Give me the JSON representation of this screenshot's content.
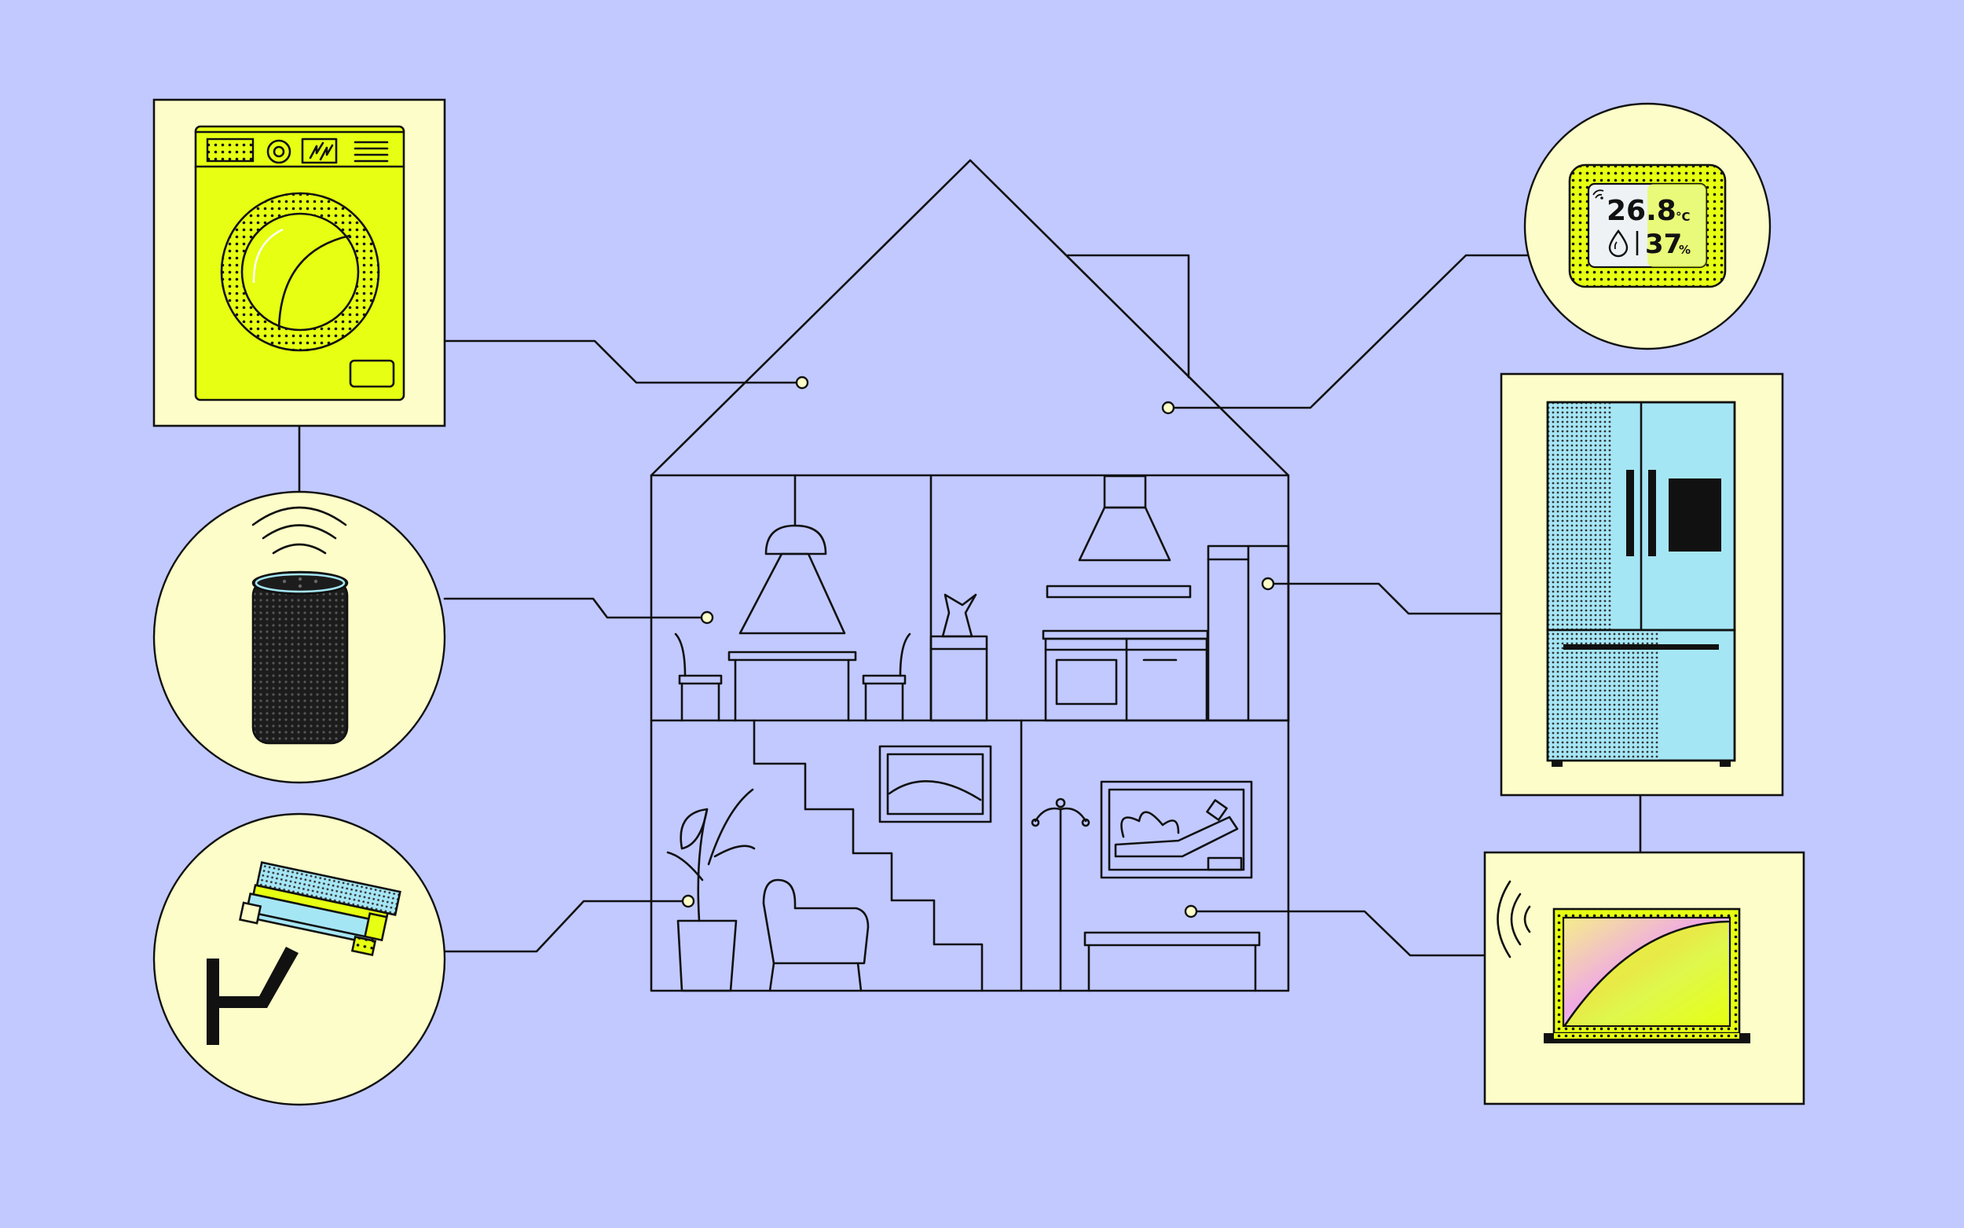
{
  "colors": {
    "background": "#c1c9ff",
    "card": "#fcfdc8",
    "lime": "#e6ff12",
    "cyan": "#a5e6f5",
    "ink": "#111111",
    "pink": "#f0a8e6"
  },
  "thermostat": {
    "temperature": "26.8",
    "temperature_unit": "°C",
    "humidity": "37",
    "humidity_unit": "%"
  },
  "devices": [
    {
      "id": "washing-machine",
      "icon": "washing-machine-icon"
    },
    {
      "id": "smart-speaker",
      "icon": "smart-speaker-icon"
    },
    {
      "id": "security-camera",
      "icon": "security-camera-icon"
    },
    {
      "id": "thermostat",
      "icon": "thermostat-icon"
    },
    {
      "id": "refrigerator",
      "icon": "refrigerator-icon"
    },
    {
      "id": "laptop",
      "icon": "laptop-icon"
    }
  ]
}
